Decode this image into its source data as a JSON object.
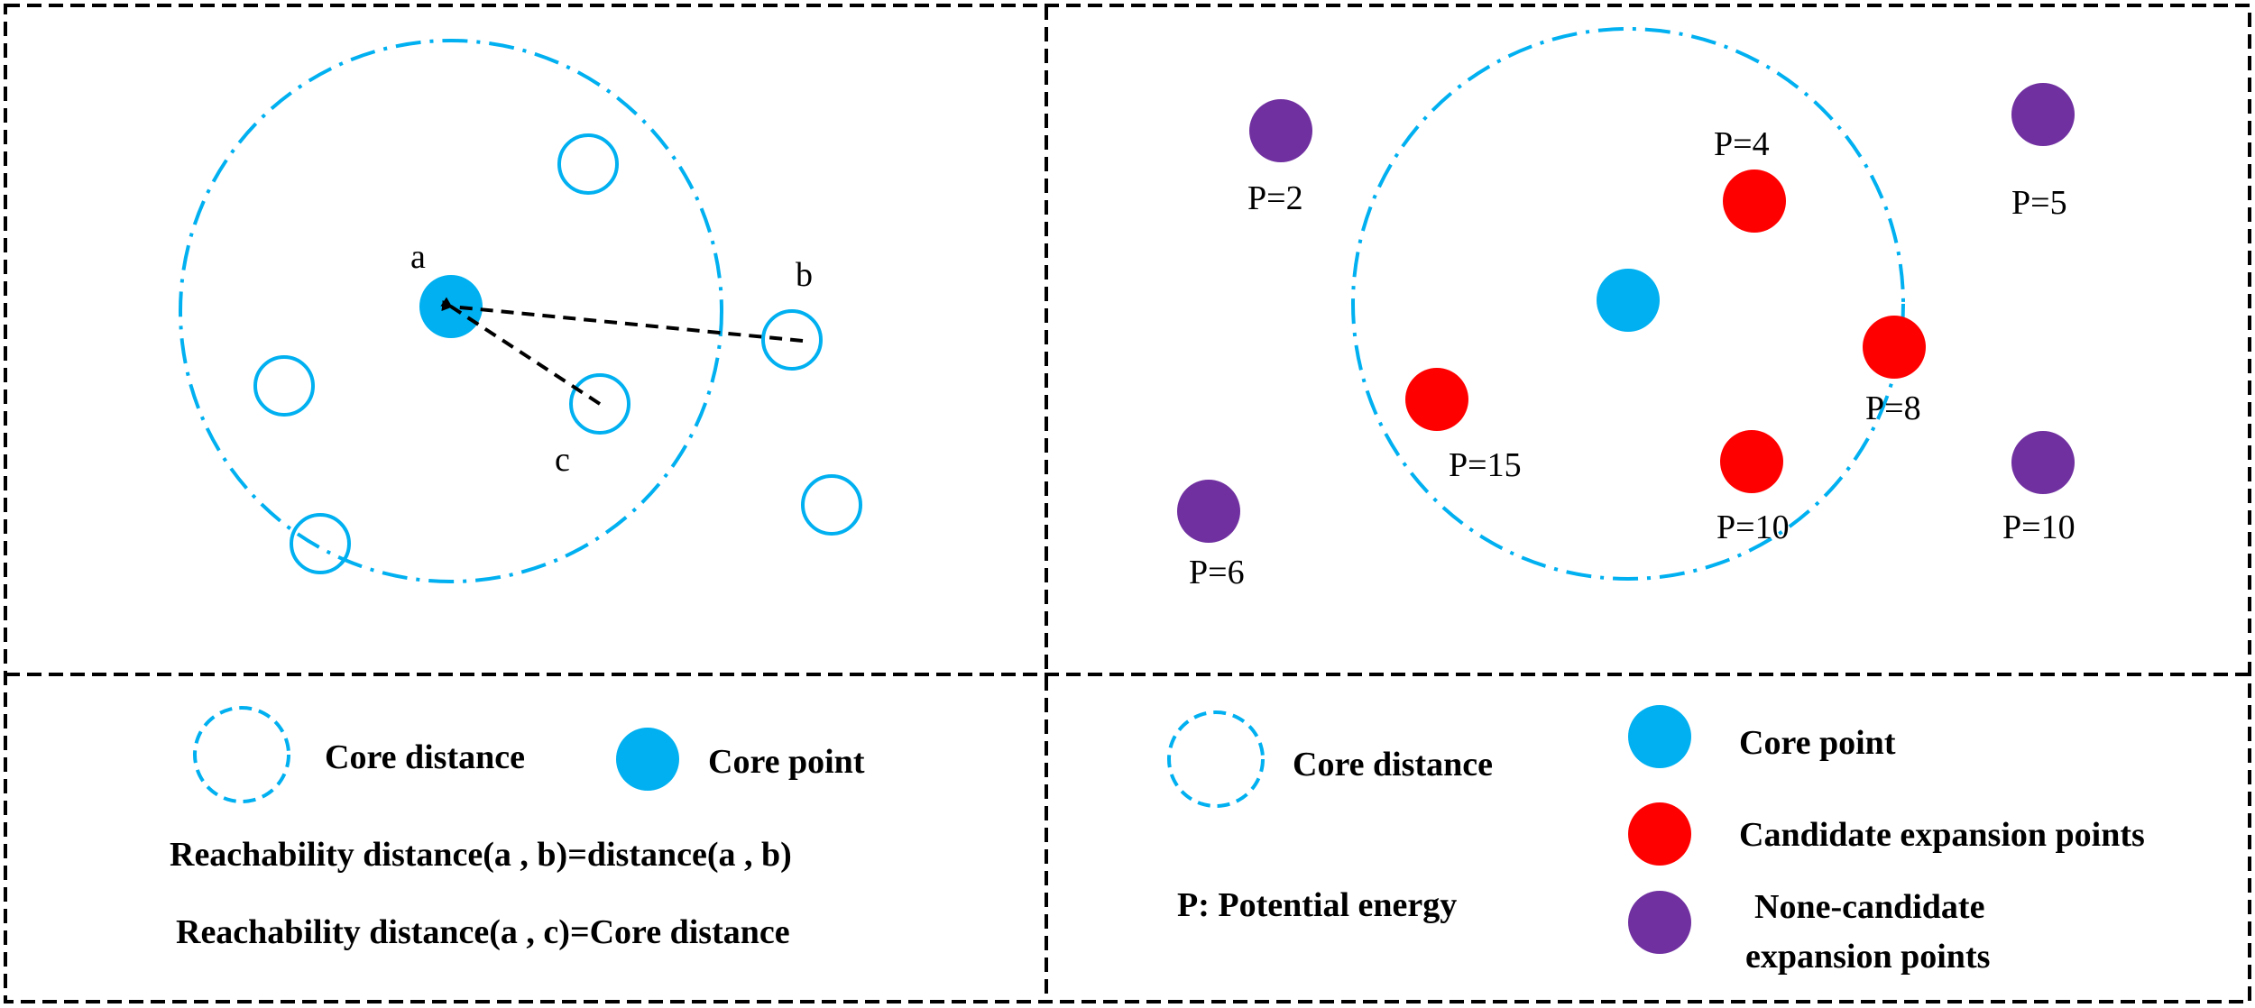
{
  "colors": {
    "core": "#00b0f0",
    "candidate": "#ff0000",
    "non_candidate": "#7030a0",
    "frame": "#000000"
  },
  "left_panel": {
    "labels": {
      "a": "a",
      "b": "b",
      "c": "c"
    }
  },
  "right_panel": {
    "potentials": {
      "p2": "P=2",
      "p5": "P=5",
      "p4": "P=4",
      "p8": "P=8",
      "p15": "P=15",
      "p10_inner": "P=10",
      "p10_outer": "P=10",
      "p6": "P=6"
    }
  },
  "legend_left": {
    "core_distance": "Core distance",
    "core_point": "Core point",
    "reach_ab": "Reachability distance(a , b)=distance(a , b)",
    "reach_ac": "Reachability distance(a , c)=Core distance"
  },
  "legend_right": {
    "core_distance": "Core distance",
    "core_point": "Core point",
    "candidate": "Candidate expansion points",
    "potential": "P: Potential energy",
    "non_candidate_line1": "None-candidate",
    "non_candidate_line2": "expansion points"
  }
}
